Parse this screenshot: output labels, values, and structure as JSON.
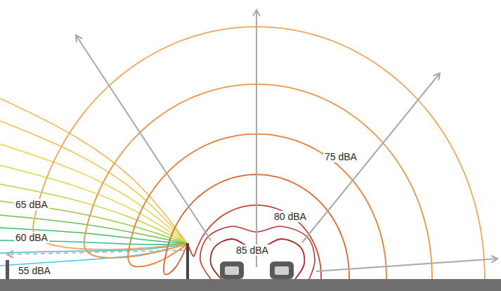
{
  "diagram": {
    "labels": [
      "75 dBA",
      "65 dBA",
      "80 dBA",
      "60 dBA",
      "85 dBA",
      "55 dBA"
    ]
  }
}
